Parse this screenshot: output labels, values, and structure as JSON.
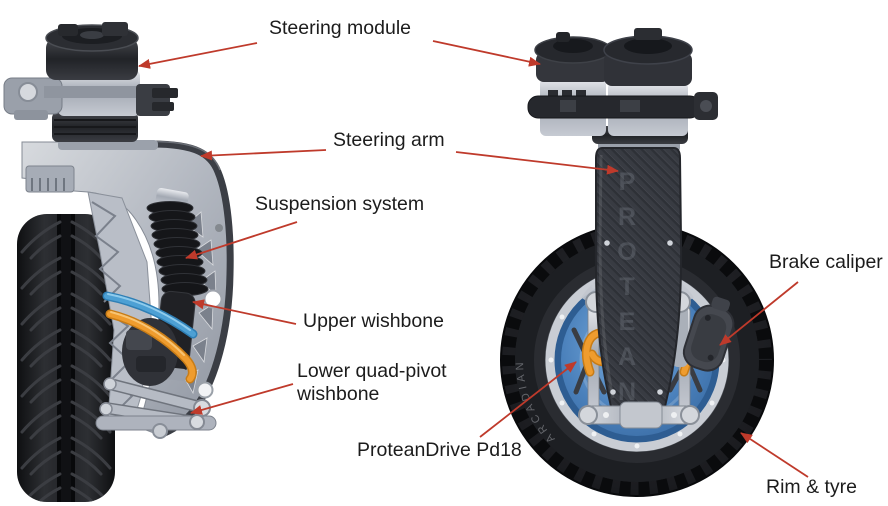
{
  "labels": {
    "steering_module": "Steering module",
    "steering_arm": "Steering arm",
    "suspension_system": "Suspension system",
    "upper_wishbone": "Upper wishbone",
    "lower_wishbone_line1": "Lower quad-pivot",
    "lower_wishbone_line2": "wishbone",
    "protean_drive": "ProteanDrive Pd18",
    "brake_caliper": "Brake caliper",
    "rim_tyre": "Rim & tyre"
  },
  "embossed_text": {
    "arm_brand": "PROTEAN",
    "tyre_sidewall": "ARCADIAN"
  },
  "colors": {
    "annotation_arrow": "#bf3a2b",
    "label_text": "#1c1c1c",
    "background": "#ffffff",
    "motor_blue": "#4a80bb",
    "cable_orange": "#ef9c2e",
    "metal_silver": "#bfc4cd",
    "carbon_gray": "#3a3d44",
    "tyre_black": "#17181b"
  }
}
